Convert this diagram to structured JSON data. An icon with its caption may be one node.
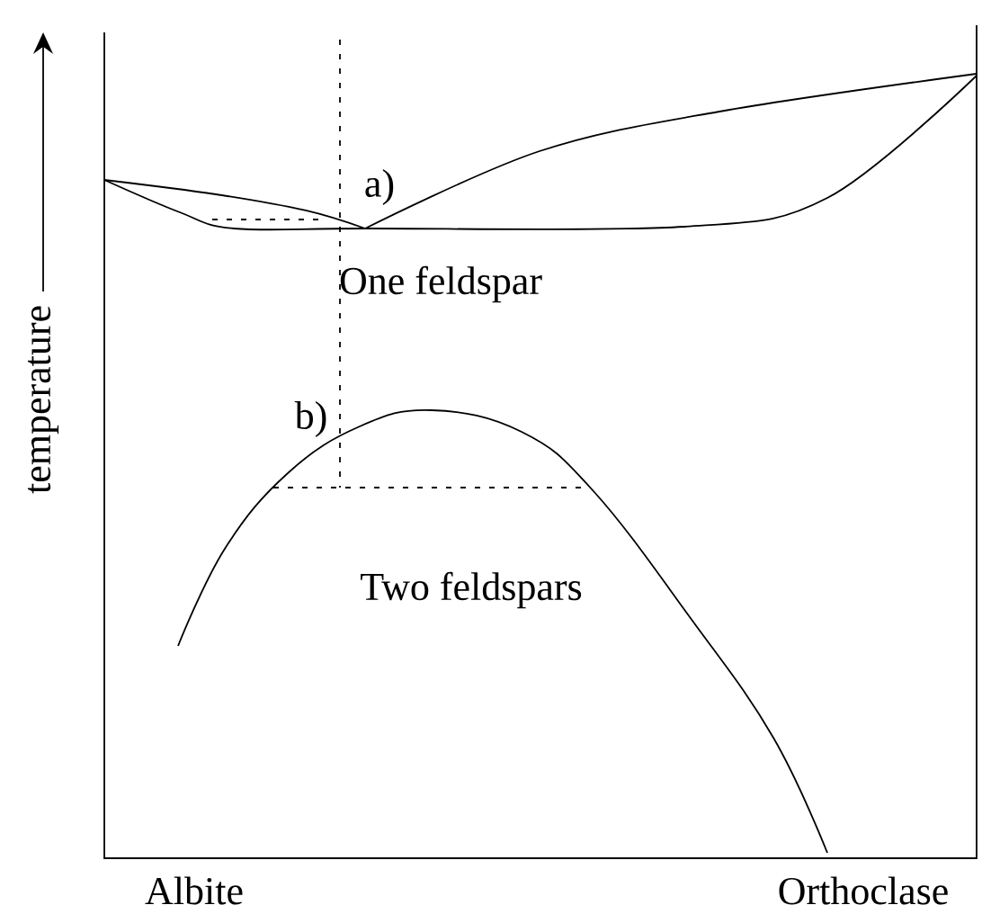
{
  "diagram": {
    "labels": [
      "a)",
      "One feldspar",
      "b)",
      "Two feldspars",
      "temperature",
      "Albite",
      "Orthoclase"
    ]
  }
}
